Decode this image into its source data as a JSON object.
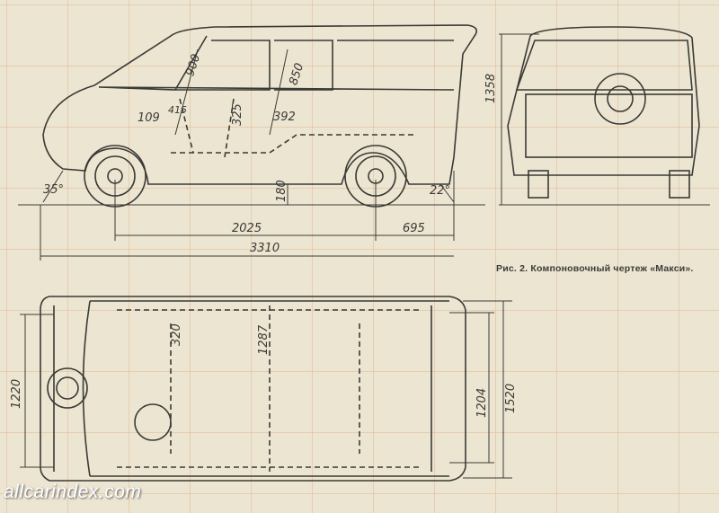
{
  "caption": "Рис. 2. Компоновочный чертеж «Макси».",
  "watermark": "allcarindex.com",
  "colors": {
    "paper": "#ece5d1",
    "grid": "#e0b58f",
    "ink": "#3a3a36"
  },
  "side_view": {
    "dims": {
      "roof_front": "900",
      "roof_rear": "850",
      "d109": "109",
      "d415": "415",
      "d325": "325",
      "d392": "392",
      "approach_angle": "35°",
      "ground_clearance": "180",
      "departure_angle": "22°",
      "wheelbase": "2025",
      "rear_overhang": "695",
      "length": "3310"
    }
  },
  "front_view": {
    "dims": {
      "height": "1358"
    }
  },
  "top_view": {
    "dims": {
      "front_track": "1220",
      "d320": "320",
      "d1287": "1287",
      "rear_track": "1204",
      "width": "1520"
    }
  }
}
